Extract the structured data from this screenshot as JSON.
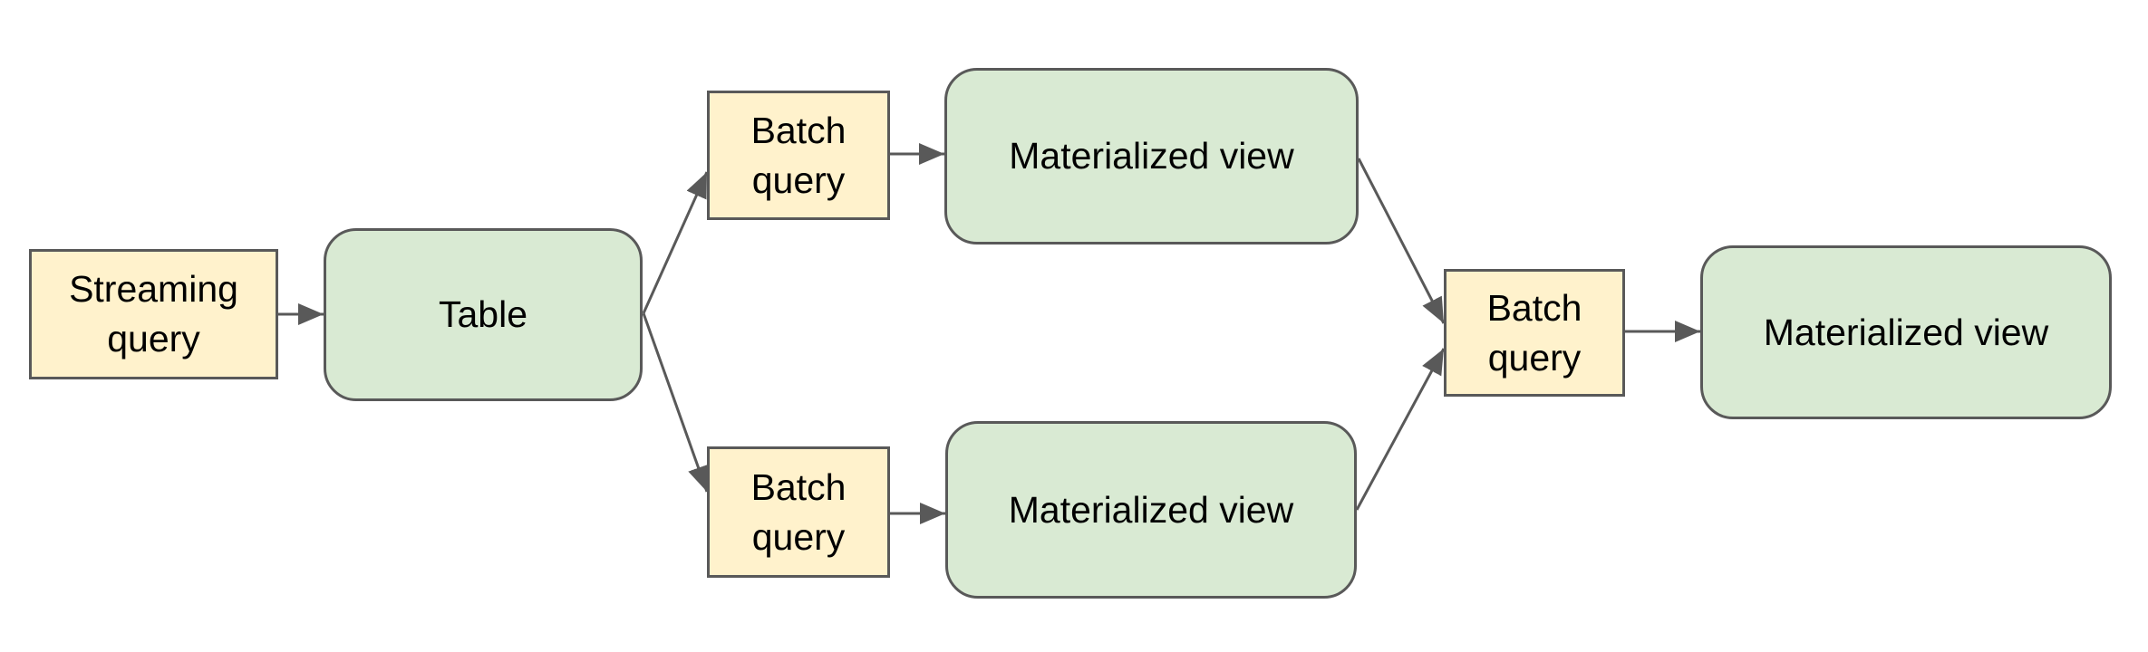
{
  "colors": {
    "query_fill": "#fff2cc",
    "view_fill": "#d9ead3",
    "border": "#595959",
    "edge": "#595959",
    "text": "#000000",
    "background": "#ffffff"
  },
  "nodes": [
    {
      "id": "streaming-query",
      "label": "Streaming query",
      "kind": "query"
    },
    {
      "id": "table",
      "label": "Table",
      "kind": "view"
    },
    {
      "id": "batch-query-top",
      "label": "Batch query",
      "kind": "query"
    },
    {
      "id": "materialized-view-top",
      "label": "Materialized view",
      "kind": "view"
    },
    {
      "id": "batch-query-bottom",
      "label": "Batch query",
      "kind": "query"
    },
    {
      "id": "materialized-view-bottom",
      "label": "Materialized view",
      "kind": "view"
    },
    {
      "id": "batch-query-right",
      "label": "Batch query",
      "kind": "query"
    },
    {
      "id": "materialized-view-right",
      "label": "Materialized view",
      "kind": "view"
    }
  ],
  "edges": [
    {
      "from": "streaming-query",
      "to": "table"
    },
    {
      "from": "table",
      "to": "batch-query-top"
    },
    {
      "from": "table",
      "to": "batch-query-bottom"
    },
    {
      "from": "batch-query-top",
      "to": "materialized-view-top"
    },
    {
      "from": "batch-query-bottom",
      "to": "materialized-view-bottom"
    },
    {
      "from": "materialized-view-top",
      "to": "batch-query-right"
    },
    {
      "from": "materialized-view-bottom",
      "to": "batch-query-right"
    },
    {
      "from": "batch-query-right",
      "to": "materialized-view-right"
    }
  ]
}
